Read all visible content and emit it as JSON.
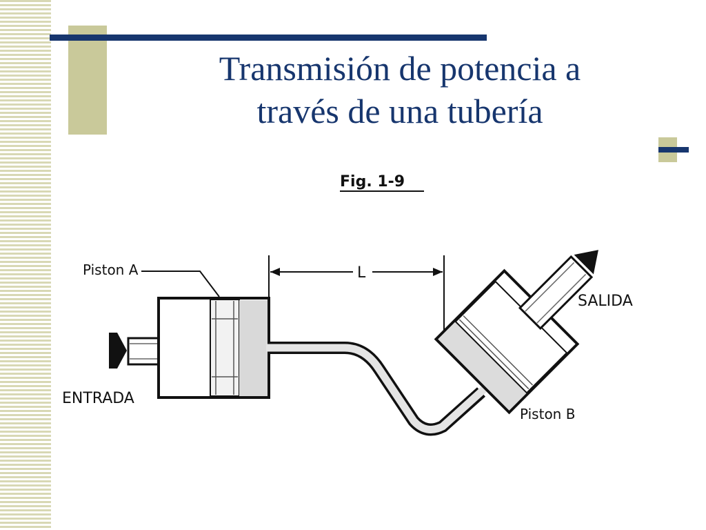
{
  "slide": {
    "title_line1": "Transmisión de potencia a",
    "title_line2": "través de una tubería"
  },
  "figure": {
    "caption": "Fig. 1-9",
    "labels": {
      "piston_a": "Piston A",
      "piston_b": "Piston B",
      "length": "L",
      "input": "ENTRADA",
      "output": "SALIDA"
    }
  },
  "colors": {
    "title": "#17366e",
    "accent_olive": "#c9c99a",
    "stripe": "#d8d8b4"
  }
}
